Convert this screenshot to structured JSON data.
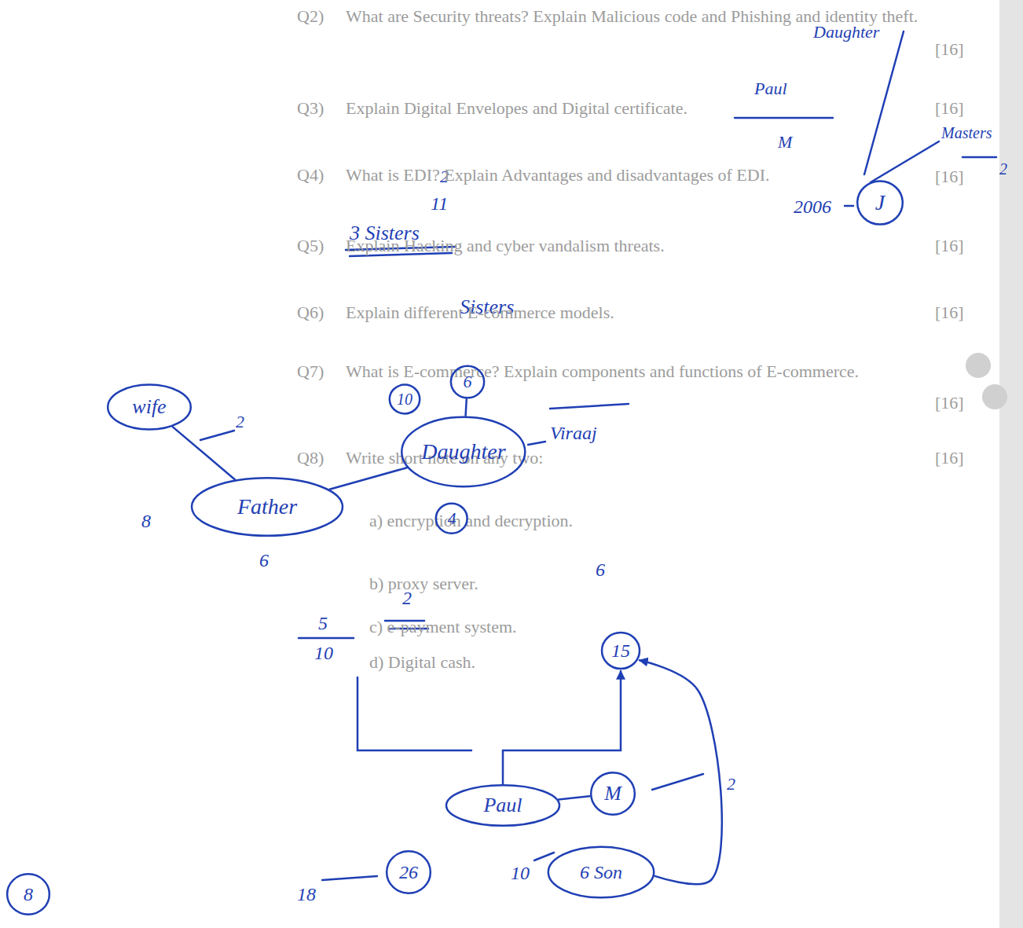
{
  "diagram": {
    "nodes": [
      {
        "text": [
          "J"
        ]
      },
      {
        "text": [
          "Daughter"
        ]
      },
      {
        "text": [
          "10"
        ]
      },
      {
        "text": [
          "6"
        ]
      },
      {
        "text": [
          "4"
        ]
      },
      {
        "text": [
          "Father"
        ]
      },
      {
        "text": [
          "wife"
        ]
      },
      {
        "text": [
          "15"
        ]
      },
      {
        "text": [
          "M"
        ]
      },
      {
        "text": [
          "Paul"
        ]
      },
      {
        "text": [
          "6 Son"
        ]
      },
      {
        "text": [
          "26"
        ]
      },
      {
        "text": [
          "8"
        ]
      }
    ],
    "edges": [
      {
        "from": 1,
        "to": 5,
        "arrow": "none"
      },
      {
        "from": 1,
        "to": 3,
        "arrow": "none"
      },
      {
        "from": 6,
        "to": 5,
        "arrow": "none"
      },
      {
        "from": 8,
        "to": 9,
        "arrow": "none"
      },
      {
        "from": 10,
        "to": 7,
        "arrow": "to"
      },
      {
        "from": 9,
        "to": 7,
        "arrow": "to"
      }
    ],
    "labels": [
      "Daughter",
      "Paul",
      "M",
      "Masters",
      "2",
      "2006",
      "2",
      "11",
      "3 Sisters",
      "Sisters",
      "Viraaj",
      "2",
      "8",
      "6",
      "6",
      "2",
      "5",
      "10",
      "2",
      "10",
      "18",
      "Q2)",
      "What are Security threats? Explain Malicious code and Phishing and identity theft.",
      "[16]",
      "Q3)",
      "Explain Digital Envelopes and Digital certificate.",
      "[16]",
      "Q4)",
      "What is EDI? Explain Advantages and disadvantages of EDI.",
      "[16]",
      "Q5)",
      "Explain Hacking and cyber vandalism threats.",
      "[16]",
      "Q6)",
      "Explain different E-commerce models.",
      "[16]",
      "Q7)",
      "What is E-commerce? Explain components and functions of E-commerce.",
      "[16]",
      "Q8)",
      "Write short note on any two:",
      "[16]",
      "a) encryption and decryption.",
      "b) proxy server.",
      "c) e-payment system.",
      "d) Digital cash."
    ]
  }
}
